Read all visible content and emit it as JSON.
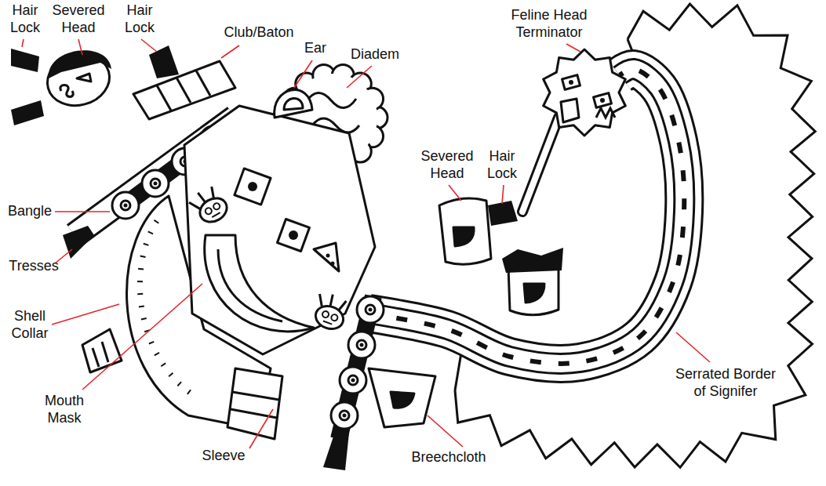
{
  "diagram": {
    "labels": [
      "Hair Lock",
      "Severed Head",
      "Hair Lock",
      "Club/Baton",
      "Ear",
      "Diadem",
      "Feline Head Terminator",
      "Severed Head",
      "Hair Lock",
      "Bangle",
      "Tresses",
      "Shell Collar",
      "Mouth Mask",
      "Sleeve",
      "Breechcloth",
      "Serrated Border of Signifer"
    ]
  }
}
